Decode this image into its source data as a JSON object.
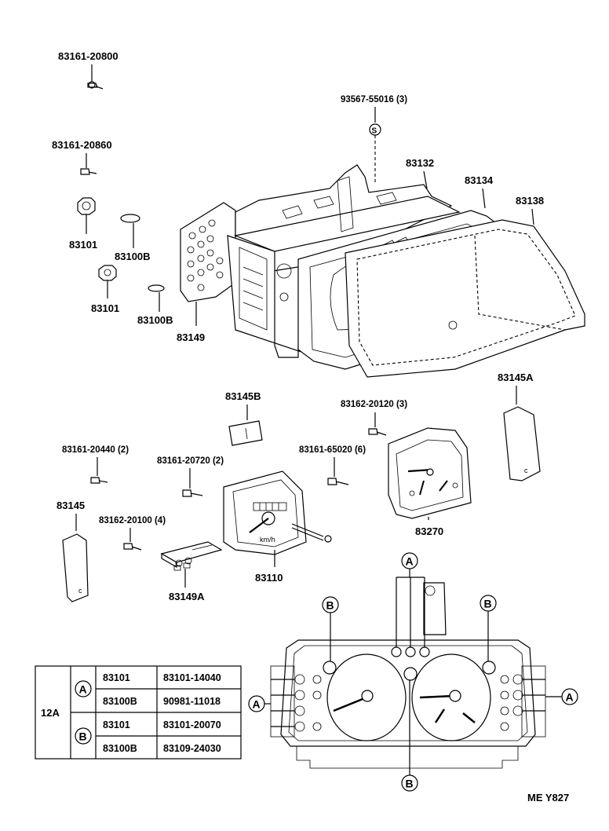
{
  "parts": {
    "p83161_20800": "83161-20800",
    "p83161_20860": "83161-20860",
    "p83101_a": "83101",
    "p83100B_a": "83100B",
    "p83101_b": "83101",
    "p83100B_b": "83100B",
    "p83149": "83149",
    "p93567": "93567-55016 (3)",
    "p83132": "83132",
    "p83134": "83134",
    "p83138": "83138",
    "p83145B": "83145B",
    "p83145A": "83145A",
    "p83162_20120": "83162-20120 (3)",
    "p83161_20440": "83161-20440 (2)",
    "p83161_20720": "83161-20720 (2)",
    "p83161_65020": "83161-65020 (6)",
    "p83145": "83145",
    "p83162_20100": "83162-20100 (4)",
    "p83270": "83270",
    "p83110": "83110",
    "p83149A": "83149A"
  },
  "markers": {
    "A": "A",
    "B": "B",
    "S": "S"
  },
  "gauge_text": {
    "kmh": "km/h",
    "c1": "c",
    "c2": "c"
  },
  "table": {
    "group": "12A",
    "rows": [
      {
        "marker": "A",
        "part": "83101",
        "number": "83101-14040"
      },
      {
        "marker": "",
        "part": "83100B",
        "number": "90981-11018"
      },
      {
        "marker": "B",
        "part": "83101",
        "number": "83101-20070"
      },
      {
        "marker": "",
        "part": "83100B",
        "number": "83109-24030"
      }
    ]
  },
  "footer": {
    "code": "ME  Y827"
  }
}
